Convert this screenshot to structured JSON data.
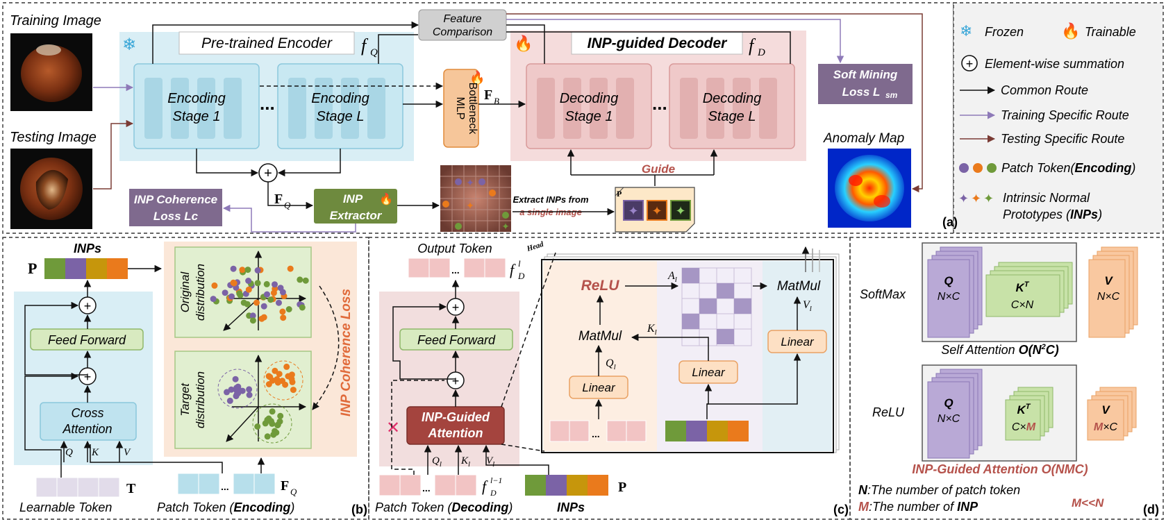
{
  "panels": {
    "a": "(a)",
    "b": "(b)",
    "c": "(c)",
    "d": "(d)"
  },
  "panel_a": {
    "training_image": "Training Image",
    "testing_image": "Testing Image",
    "feature_comparison_1": "Feature",
    "feature_comparison_2": "Comparison",
    "encoder_title": "Pre-trained Encoder",
    "encoder_symbol": "f",
    "encoder_sub": "Q",
    "encoding_stage1_1": "Encoding",
    "encoding_stage1_2": "Stage 1",
    "encoding_stageL_1": "Encoding",
    "encoding_stageL_2": "Stage L",
    "ellipsis": "...",
    "mlp_1": "MLP",
    "mlp_2": "Bottleneck",
    "fb_symbol": "F",
    "fb_sub": "B",
    "decoder_title": "INP-guided Decoder",
    "decoder_symbol": "f",
    "decoder_sub": "D",
    "decoding_stage1_1": "Decoding",
    "decoding_stage1_2": "Stage 1",
    "decoding_stageL_1": "Decoding",
    "decoding_stageL_2": "Stage L",
    "soft_mining_1": "Soft Mining",
    "soft_mining_2": "Loss L",
    "soft_mining_sub": "sm",
    "anomaly_map": "Anomaly Map",
    "plus": "+",
    "fq_symbol": "F",
    "fq_sub": "Q",
    "inp_coherence_1": "INP Coherence",
    "inp_coherence_2": "Loss Lc",
    "inp_extractor_1": "INP",
    "inp_extractor_2": "Extractor",
    "guide": "Guide",
    "extract_1": "Extract INPs from",
    "extract_2": "a single image",
    "p_symbol": "P"
  },
  "legend": {
    "frozen": "Frozen",
    "trainable": "Trainable",
    "elementwise": "Element-wise summation",
    "common_route": "Common Route",
    "training_route": "Training Specific Route",
    "testing_route": "Testing Specific Route",
    "patch_token_pre": "Patch Token(",
    "patch_token_bold": "Encoding",
    "patch_token_post": ")",
    "inp_line1": "Intrinsic Normal",
    "inp_line2_pre": "Prototypes (",
    "inp_line2_bold": "INPs",
    "inp_line2_post": ")"
  },
  "panel_b": {
    "inps": "INPs",
    "p_symbol": "P",
    "feed_forward": "Feed Forward",
    "cross_attention_1": "Cross",
    "cross_attention_2": "Attention",
    "q": "Q",
    "k": "K",
    "v": "V",
    "original_1": "Original",
    "original_2": "distribution",
    "target_1": "Target",
    "target_2": "distribution",
    "coherence_loss": "INP Coherence Loss",
    "learnable_token": "Learnable Token",
    "t_symbol": "T",
    "patch_token_pre": "Patch Token (",
    "patch_token_bold": "Encoding",
    "patch_token_post": ")",
    "fq_symbol": "F",
    "fq_sub": "Q",
    "ellipsis": "..."
  },
  "panel_c": {
    "output_token": "Output Token",
    "fd_symbol": "f",
    "fd_sup": "l",
    "fd_sub": "D",
    "feed_forward": "Feed Forward",
    "inp_guided_1": "INP-Guided",
    "inp_guided_2": "Attention",
    "ql": "Q",
    "kl": "K",
    "vl": "V",
    "l": "l",
    "fd_prev_sup": "l−1",
    "patch_token_pre": "Patch Token (",
    "patch_token_bold": "Decoding",
    "patch_token_post": ")",
    "inps": "INPs",
    "p_symbol": "P",
    "head": "Head",
    "relu": "ReLU",
    "a_symbol": "A",
    "matmul": "MatMul",
    "linear": "Linear",
    "k_symbol": "K",
    "v_symbol": "V",
    "q_symbol": "Q",
    "ellipsis": "..."
  },
  "panel_d": {
    "softmax": "SoftMax",
    "relu": "ReLU",
    "q": "Q",
    "k": "K",
    "kt_sup": "T",
    "v": "V",
    "nxc": "N×C",
    "cxn": "C×N",
    "cx": "C×",
    "m": "M",
    "xc": "×C",
    "self_attention_pre": "Self Attention ",
    "self_attention_bold": "O(N",
    "self_attention_sup": "2",
    "self_attention_end": "C)",
    "inp_guided": "INP-Guided Attention O(NMC)",
    "n_def_letter": "N",
    "n_def_text": ":The number of patch token",
    "m_def_letter": "M",
    "m_def_pre": ":The number of ",
    "m_def_bold": "INP",
    "m_ll_n": "M<<N"
  },
  "colors": {
    "encoder_bg": "#d9eef5",
    "encoder_stage": "#bfe3ef",
    "decoder_bg": "#f5dcdc",
    "decoder_stage": "#eec6c6",
    "mlp": "#f6c69a",
    "inp_box": "#6e8a3e",
    "loss_box": "#7f6a8e",
    "red_label": "#b5524b",
    "purple_token": "#7b63a6",
    "orange_token": "#ea7a1c",
    "green_token": "#6f9a3a",
    "gold_token": "#c6960c"
  }
}
